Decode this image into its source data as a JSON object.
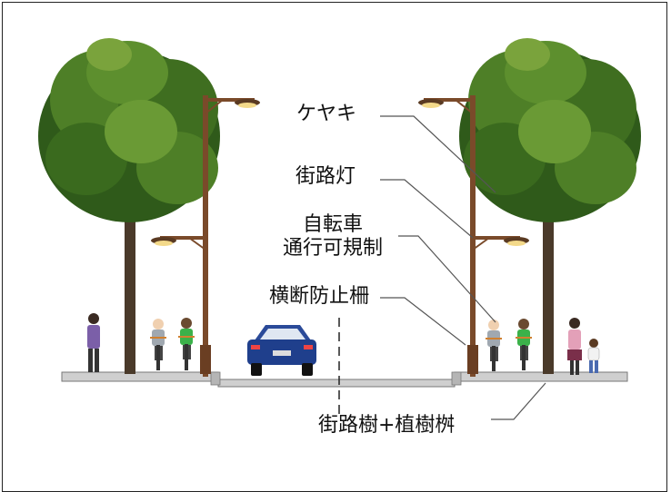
{
  "labels": {
    "keyaki": "ケヤキ",
    "street_light": "街路灯",
    "bicycle_line1": "自転車",
    "bicycle_line2": "通行可規制",
    "crossing_fence": "横断防止柵",
    "street_tree": "街路樹+植樹桝"
  },
  "colors": {
    "foliage_dark": "#2f5a1a",
    "foliage_mid": "#4e7f27",
    "foliage_light": "#7aa33c",
    "trunk": "#4a3a2a",
    "pole": "#7a4a2a",
    "lamp_glow": "#f3d98a",
    "car_body": "#1f3f8c",
    "road": "#c9c9c9",
    "leader": "#555555"
  },
  "icons": [
    "tree-icon",
    "street-lamp-icon",
    "car-icon",
    "cyclist-icon",
    "pedestrian-icon"
  ]
}
